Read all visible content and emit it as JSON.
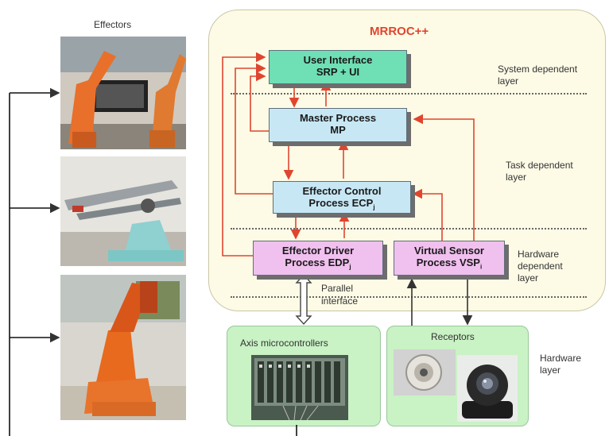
{
  "effectors_label": "Effectors",
  "framework_title": "MRROC++",
  "colors": {
    "title": "#e0452f",
    "arrow_red": "#e0452f",
    "arrow_dark": "#333333"
  },
  "boxes": {
    "ui": {
      "line1": "User Interface",
      "line2": "SRP + UI"
    },
    "mp": {
      "line1": "Master Process",
      "line2": "MP"
    },
    "ecp": {
      "line1": "Effector Control",
      "line2": "Process ECP",
      "sub": "j"
    },
    "edp": {
      "line1": "Effector Driver",
      "line2": "Process EDP",
      "sub": "j"
    },
    "vsp": {
      "line1": "Virtual Sensor",
      "line2": "Process VSP",
      "sub": "i"
    }
  },
  "layers": {
    "system": [
      "System dependent",
      "layer"
    ],
    "task": [
      "Task dependent",
      "layer"
    ],
    "hardware_dep": [
      "Hardware",
      "dependent",
      "layer"
    ],
    "hardware": [
      "Hardware",
      "layer"
    ]
  },
  "parallel_interface": [
    "Parallel",
    "interface"
  ],
  "axis_label": "Axis microcontrollers",
  "receptors_label": "Receptors",
  "photos": [
    "robot-arms-lab-photo",
    "pneumatic-manipulator-photo",
    "orange-robot-arm-photo",
    "controller-boards-photo",
    "sensor-lens-photo",
    "ptz-camera-photo"
  ]
}
